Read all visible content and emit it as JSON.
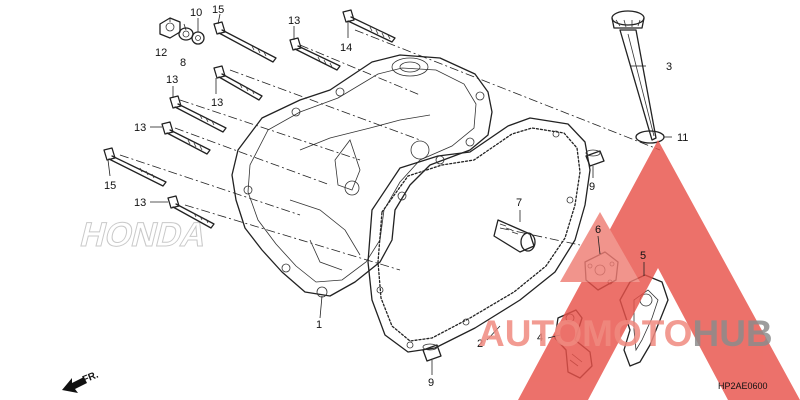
{
  "diagram_code": "HP2AE0600",
  "direction_label": "FR.",
  "watermark": {
    "word1": "AUTOMOTO",
    "word2": "HUB",
    "color1": "#f08a80",
    "color2": "#8c8c8c",
    "accent": "#e8524a"
  },
  "background_logo_text": "HONDA",
  "callouts": {
    "c1": "1",
    "c2": "2",
    "c3": "3",
    "c4": "4",
    "c5": "5",
    "c6": "6",
    "c7": "7",
    "c8": "8",
    "c9a": "9",
    "c9b": "9",
    "c10": "10",
    "c11": "11",
    "c12": "12",
    "c13a": "13",
    "c13b": "13",
    "c13c": "13",
    "c13d": "13",
    "c14": "14",
    "c15a": "15",
    "c15b": "15"
  }
}
